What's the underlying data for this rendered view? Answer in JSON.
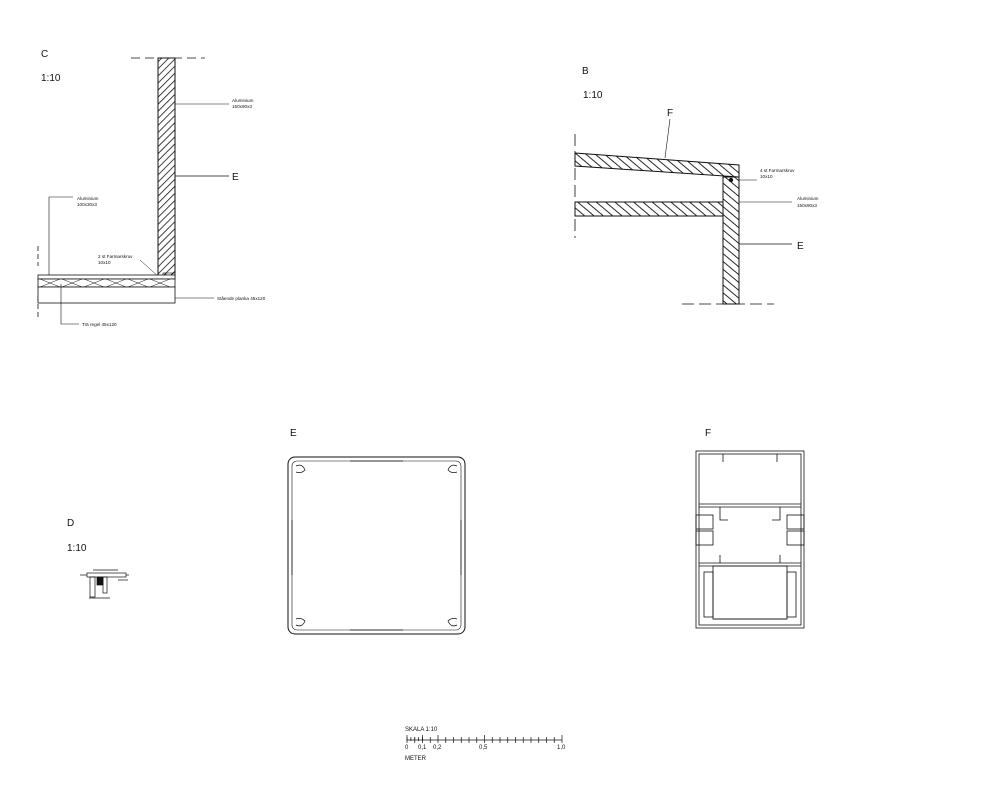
{
  "details": {
    "c": {
      "letter": "C",
      "scale": "1:10",
      "notes": {
        "alu_top_l1": "Aluminium",
        "alu_top_l2": "150x90x3",
        "e_tag": "E",
        "alu_side_l1": "Aluminium",
        "alu_side_l2": "100x30x3",
        "screw_l1": "2 st Farmarskruv",
        "screw_l2": "10x10",
        "plank": "Stående planka 45x120",
        "reg": "Trä regel 45x120"
      }
    },
    "b": {
      "letter": "B",
      "scale": "1:10",
      "notes": {
        "f_tag": "F",
        "screw_l1": "4 st Farmarskruv",
        "screw_l2": "10x10",
        "alu_l1": "Aluminium",
        "alu_l2": "150x90x3",
        "e_tag": "E"
      }
    },
    "d": {
      "letter": "D",
      "scale": "1:10"
    },
    "e": {
      "letter": "E"
    },
    "f": {
      "letter": "F"
    }
  },
  "scale_bar": {
    "title": "SKALA  1:10",
    "ticks": [
      "0",
      "0,1",
      "0,2",
      "0,5",
      "1,0"
    ],
    "unit": "METER"
  }
}
